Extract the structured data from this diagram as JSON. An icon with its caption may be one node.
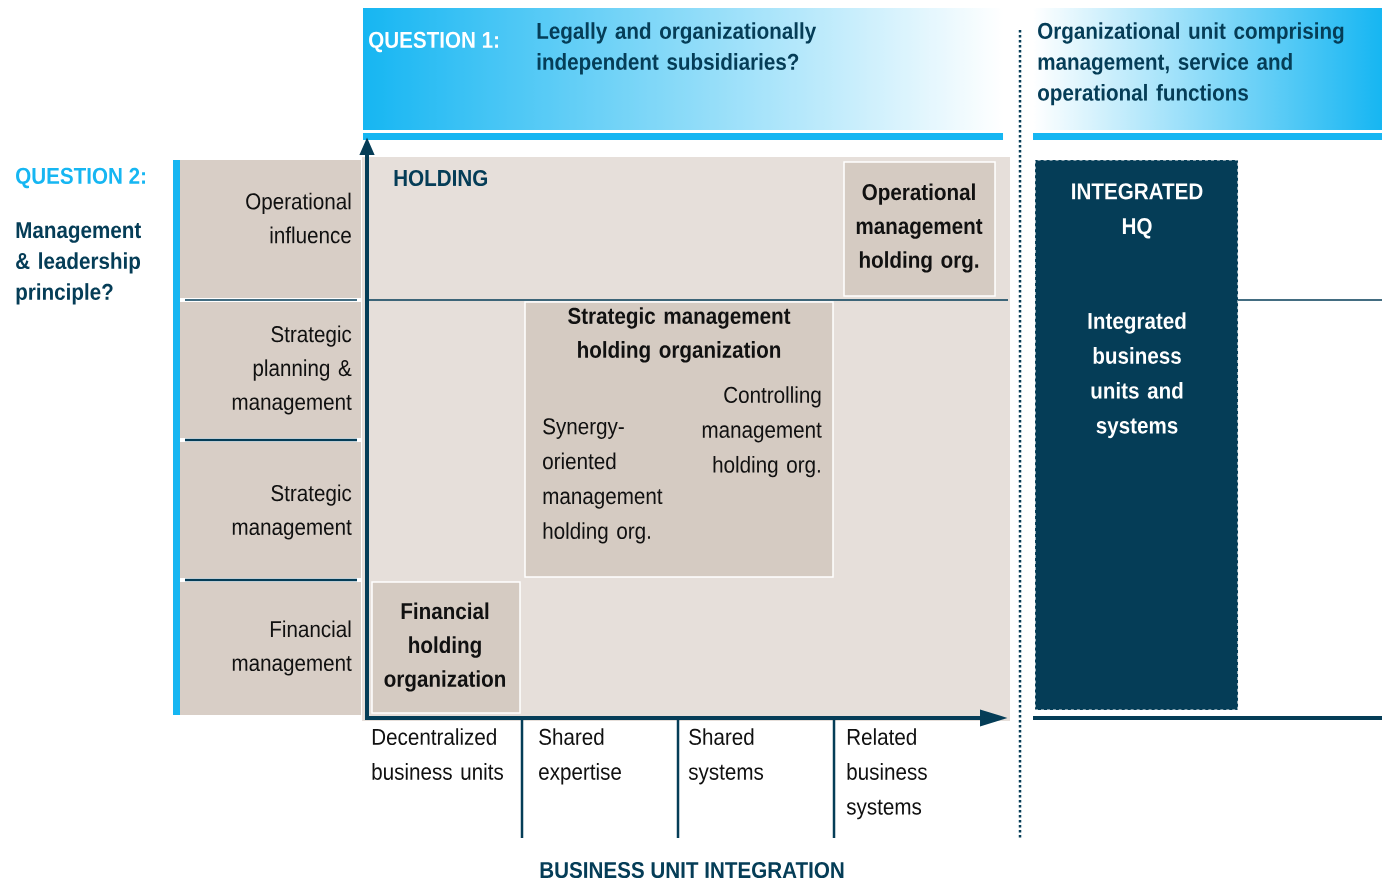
{
  "diagram": {
    "nodes": [
      {
        "text": [
          "QUESTION 1:",
          "Legally and organizationally independent subsidiaries?"
        ]
      },
      {
        "text": [
          "Organizational unit comprising management, service and operational functions"
        ]
      },
      {
        "text": [
          "HOLDING"
        ]
      },
      {
        "text": [
          "Operational management holding org."
        ],
        "in": 2
      },
      {
        "text": [
          "Strategic management holding organization",
          "Synergy-oriented management holding org.",
          "Controlling management holding org."
        ],
        "in": 2
      },
      {
        "text": [
          "Financial holding organization"
        ],
        "in": 2
      },
      {
        "text": [
          "INTEGRATED HQ",
          "Integrated business units and systems"
        ]
      },
      {
        "text": [
          "Operational influence"
        ]
      },
      {
        "text": [
          "Strategic planning & management"
        ]
      },
      {
        "text": [
          "Strategic management"
        ]
      },
      {
        "text": [
          "Financial management"
        ]
      }
    ],
    "labels": [
      "QUESTION 2:",
      "Management & leadership principle?",
      "Decentralized business units",
      "Shared expertise",
      "Shared systems",
      "Related business systems",
      "BUSINESS UNIT INTEGRATION"
    ]
  }
}
